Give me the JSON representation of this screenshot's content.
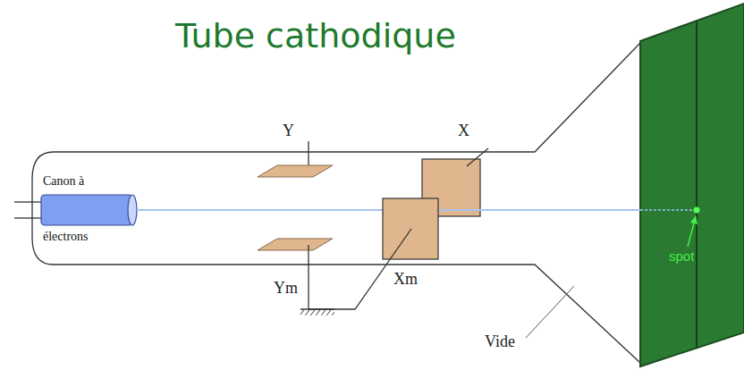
{
  "diagram": {
    "title": "Tube cathodique",
    "nodes": [
      {
        "text": [
          "Canon à électrons"
        ]
      }
    ],
    "labels": [
      "Y",
      "X",
      "Ym",
      "Xm",
      "Vide",
      "spot"
    ]
  }
}
